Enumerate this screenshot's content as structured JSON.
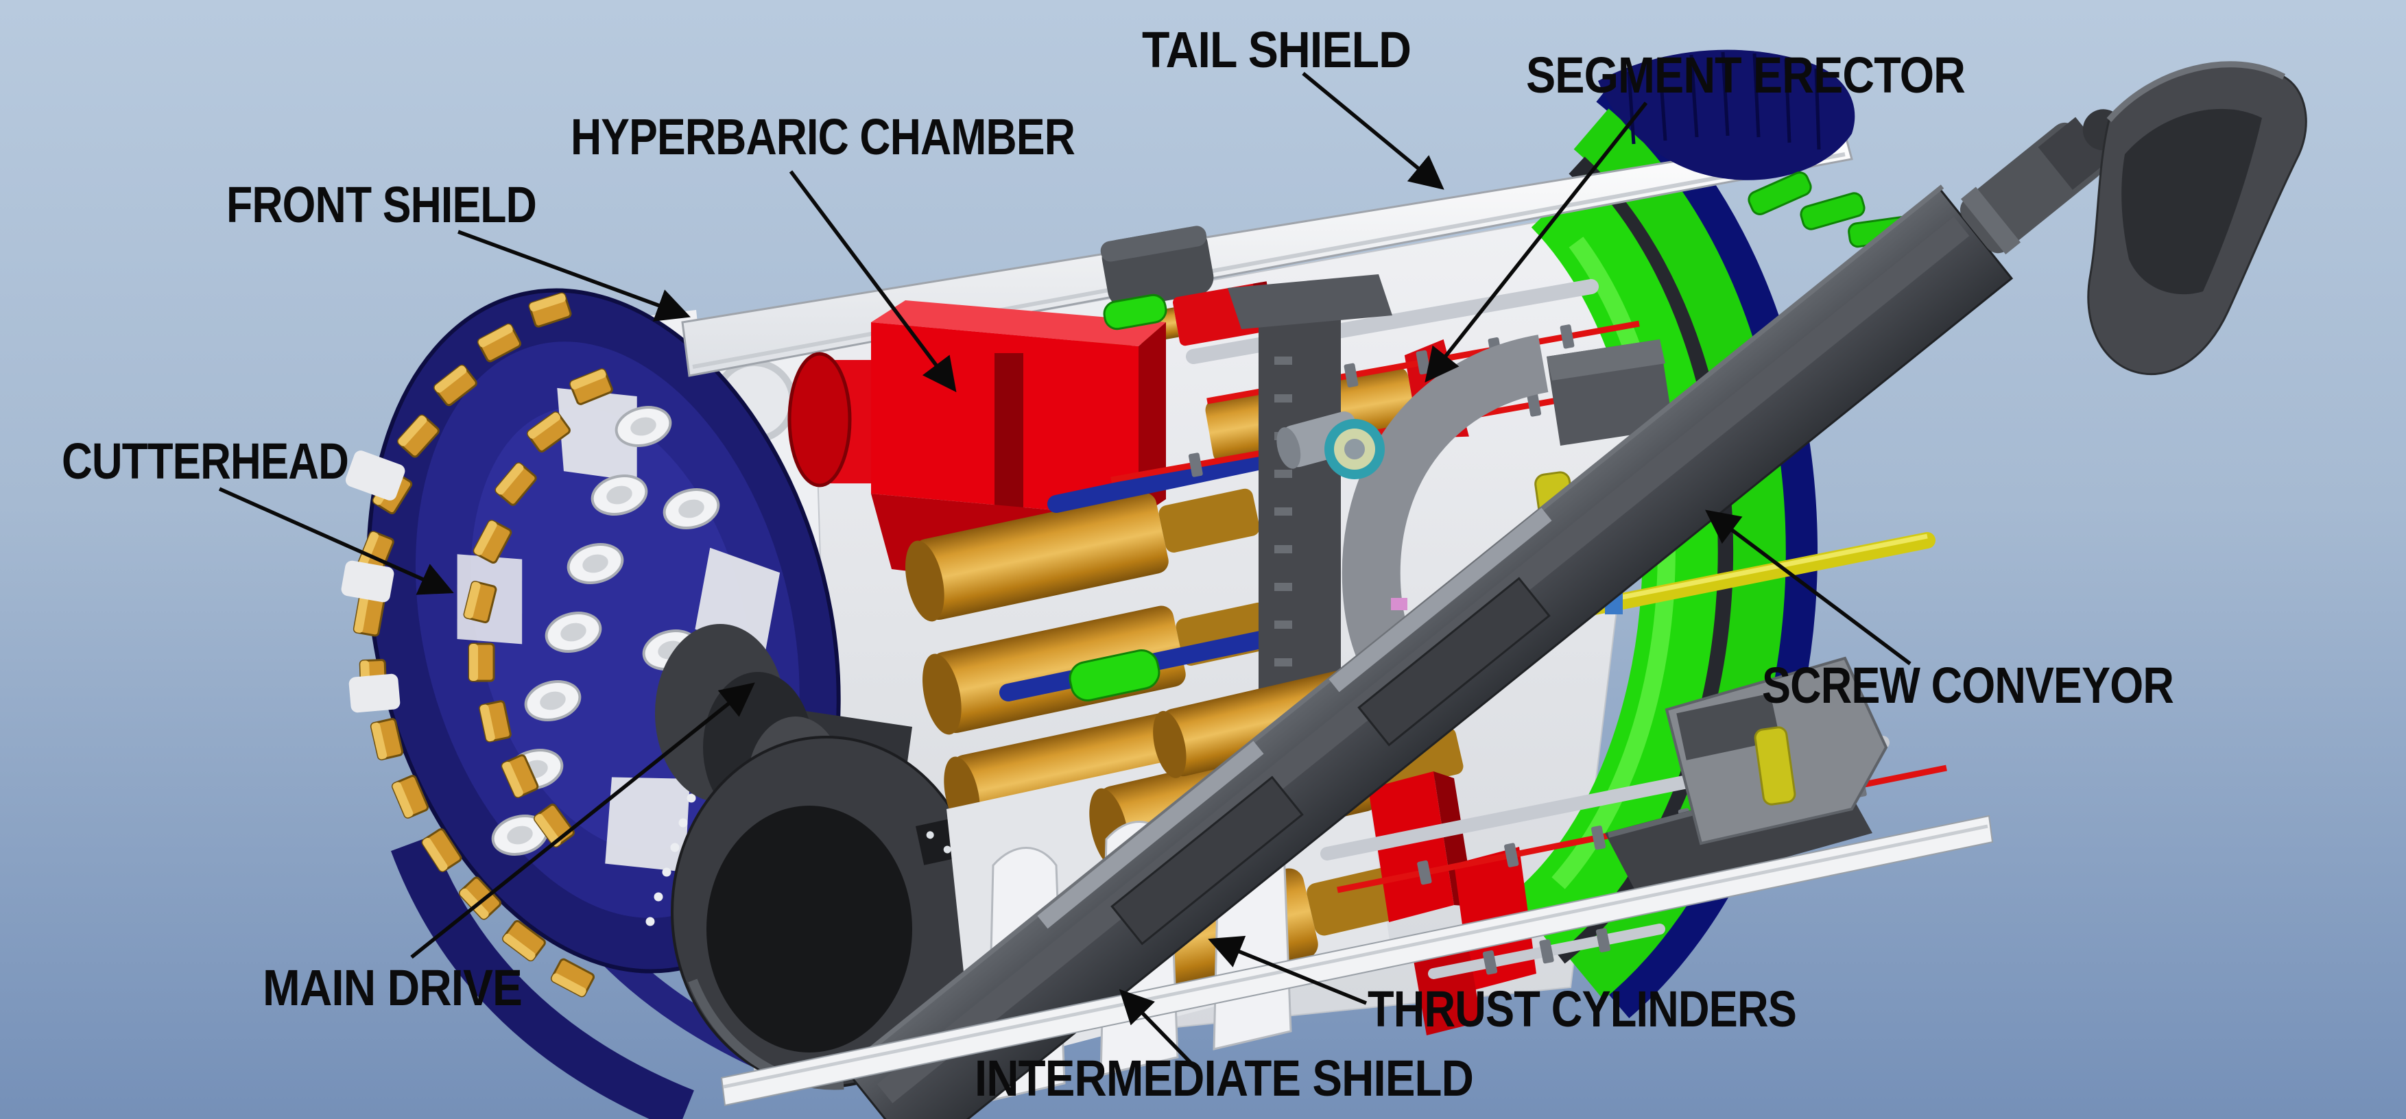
{
  "figure": {
    "domain": "technical-diagram",
    "subject": "Tunnel boring machine (TBM) cutaway 3D illustration",
    "style": "CAD render with black leader-line callouts",
    "background_top": "#b8cade",
    "background_bottom": "#7590b8"
  },
  "labels": [
    {
      "id": "cutterhead",
      "text": "CUTTERHEAD"
    },
    {
      "id": "front-shield",
      "text": "FRONT SHIELD"
    },
    {
      "id": "hyperbaric-chamber",
      "text": "HYPERBARIC CHAMBER"
    },
    {
      "id": "tail-shield",
      "text": "TAIL SHIELD"
    },
    {
      "id": "segment-erector",
      "text": "SEGMENT ERECTOR"
    },
    {
      "id": "main-drive",
      "text": "MAIN DRIVE"
    },
    {
      "id": "screw-conveyor",
      "text": "SCREW CONVEYOR"
    },
    {
      "id": "thrust-cylinders",
      "text": "THRUST CYLINDERS"
    },
    {
      "id": "intermediate-shield",
      "text": "INTERMEDIATE SHIELD"
    }
  ],
  "colors": {
    "label_text": "#0b0b0c",
    "leader_line": "#0a0a0a",
    "cutterhead_navy": "#1c1c70",
    "cutter_bit_gold": "#d1962c",
    "shield_white": "#f2f3f5",
    "hyperbaric_red": "#e6000d",
    "thrust_cylinder_gold": "#c98c1e",
    "segment_ring_green": "#21d90c",
    "segment_ring_rim_navy": "#0a1173",
    "screw_conveyor_gray": "#44474c",
    "erector_gray": "#8a8e95",
    "hydraulic_yellow": "#d3ca12",
    "tie_rod_blue": "#1c2fa0",
    "grout_line_red": "#e01010"
  }
}
